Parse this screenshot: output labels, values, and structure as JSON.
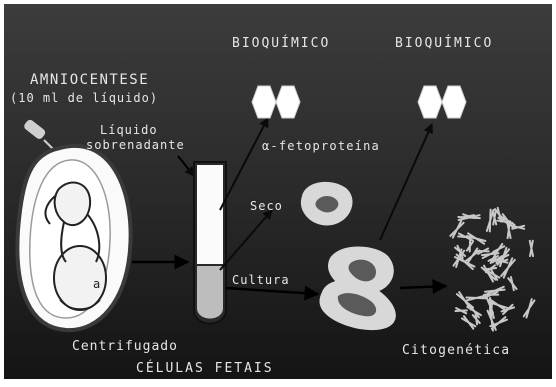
{
  "labels": {
    "amnio_title": "AMNIOCENTESE",
    "amnio_volume": "(10 ml de líquido)",
    "liquid_line1": "Líquido",
    "liquid_line2": "sobrenadante",
    "biochem_left": "BIOQUÍMICO",
    "biochem_right": "BIOQUÍMICO",
    "alpha_fetoprotein": "α-fetoproteína",
    "dry": "Seco",
    "culture": "Cultura",
    "centrifuged": "Centrifugado",
    "fetal_cells": "CÉLULAS FETAIS",
    "fetus_mark": "a",
    "karyotype": "Citogenética"
  },
  "colors": {
    "background_top": "#3a3a3a",
    "background_bottom": "#151515",
    "text": "#e6e6e6",
    "cell": "#d8d8d8",
    "nucleus": "#5a5a5a",
    "arrow": "#000000"
  },
  "icons": [
    "syringe-icon",
    "fetus-illustration",
    "test-tube-icon",
    "hexagon-molecule-icon",
    "cell-icon",
    "chromosome-icon"
  ]
}
